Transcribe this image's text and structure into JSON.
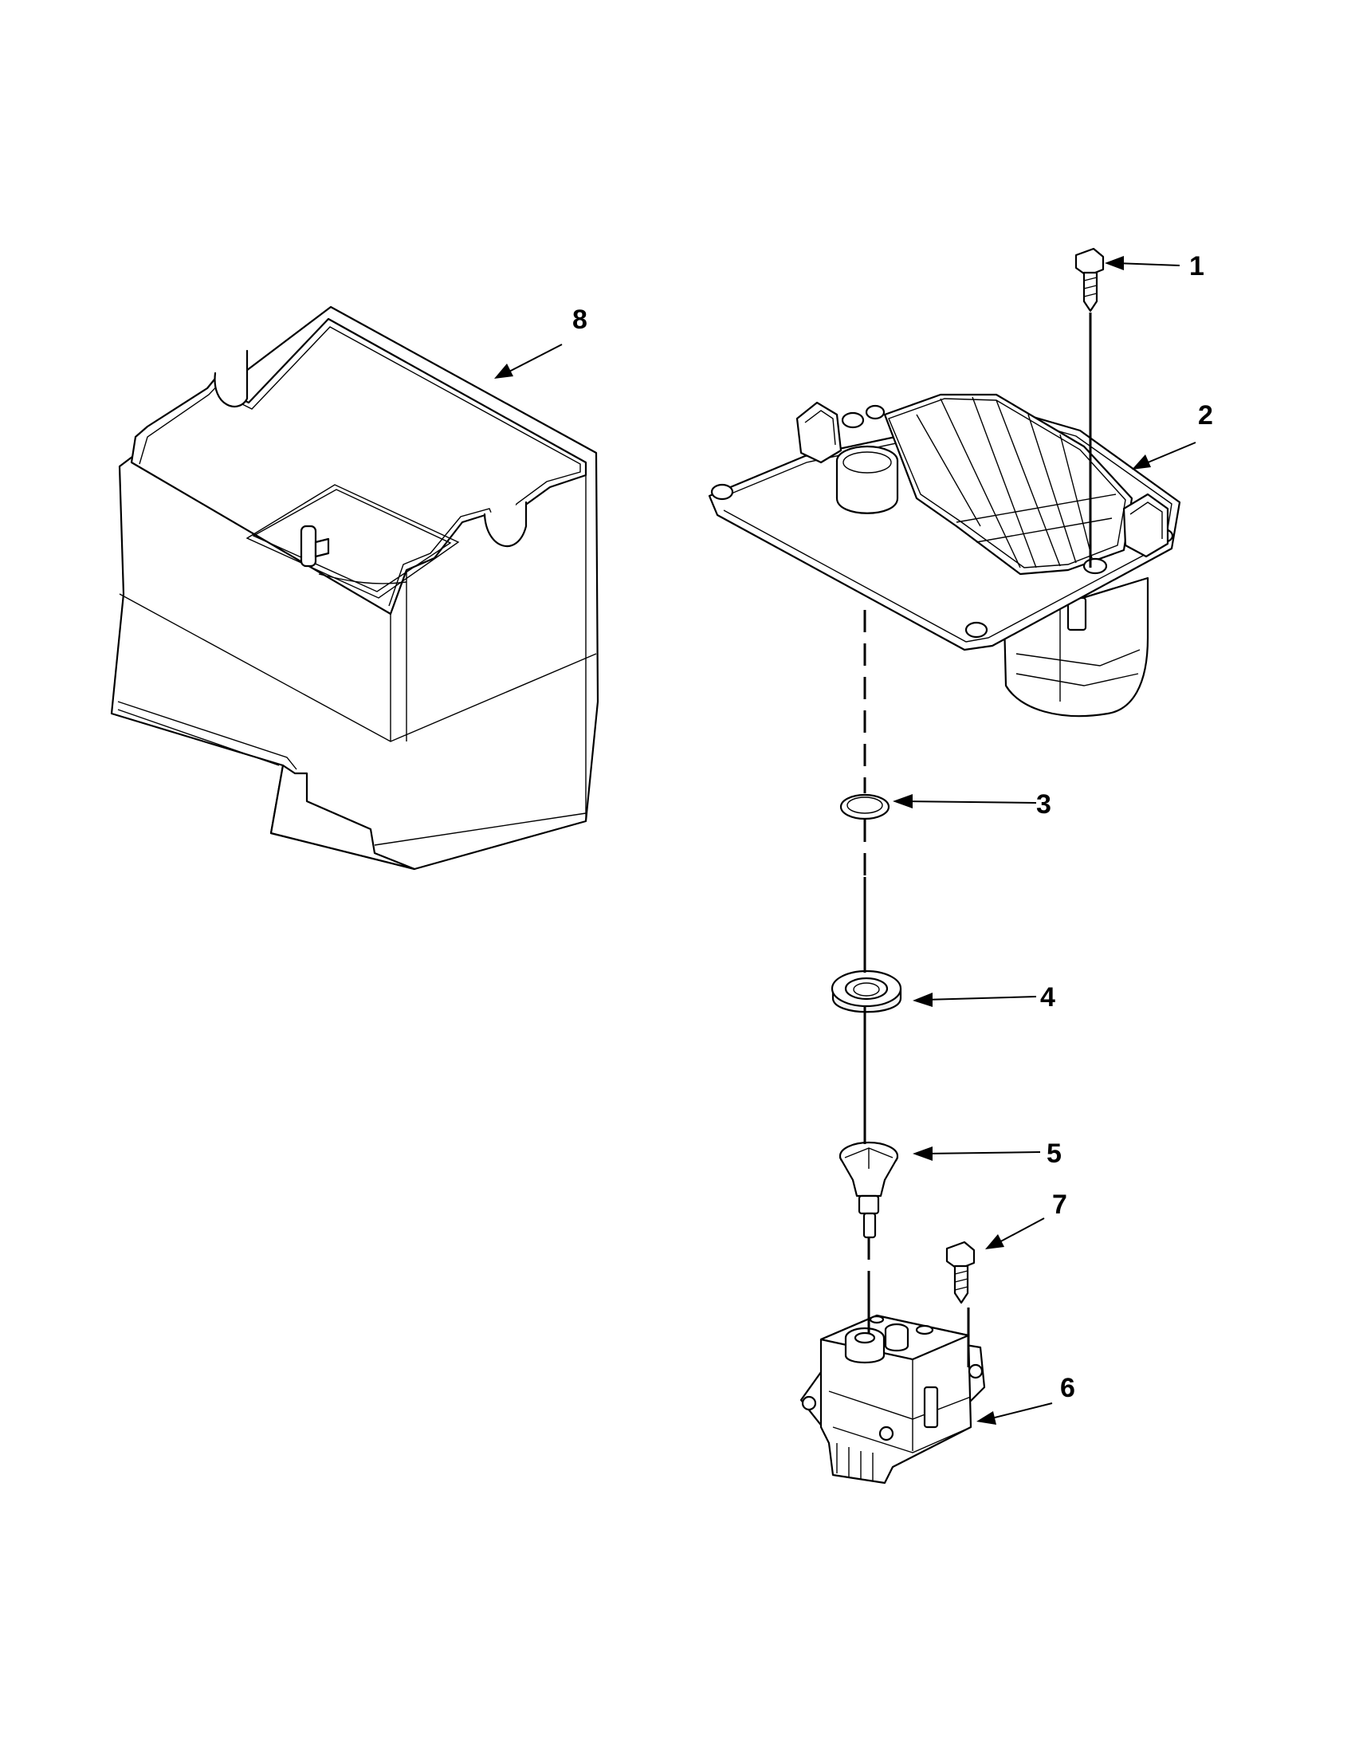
{
  "callouts": [
    {
      "id": "1",
      "label": "1",
      "part": "screw"
    },
    {
      "id": "2",
      "label": "2",
      "part": "ice-chute-housing"
    },
    {
      "id": "3",
      "label": "3",
      "part": "ring"
    },
    {
      "id": "4",
      "label": "4",
      "part": "bearing"
    },
    {
      "id": "5",
      "label": "5",
      "part": "coupler"
    },
    {
      "id": "6",
      "label": "6",
      "part": "auger-motor"
    },
    {
      "id": "7",
      "label": "7",
      "part": "screw"
    },
    {
      "id": "8",
      "label": "8",
      "part": "ice-bucket"
    }
  ]
}
